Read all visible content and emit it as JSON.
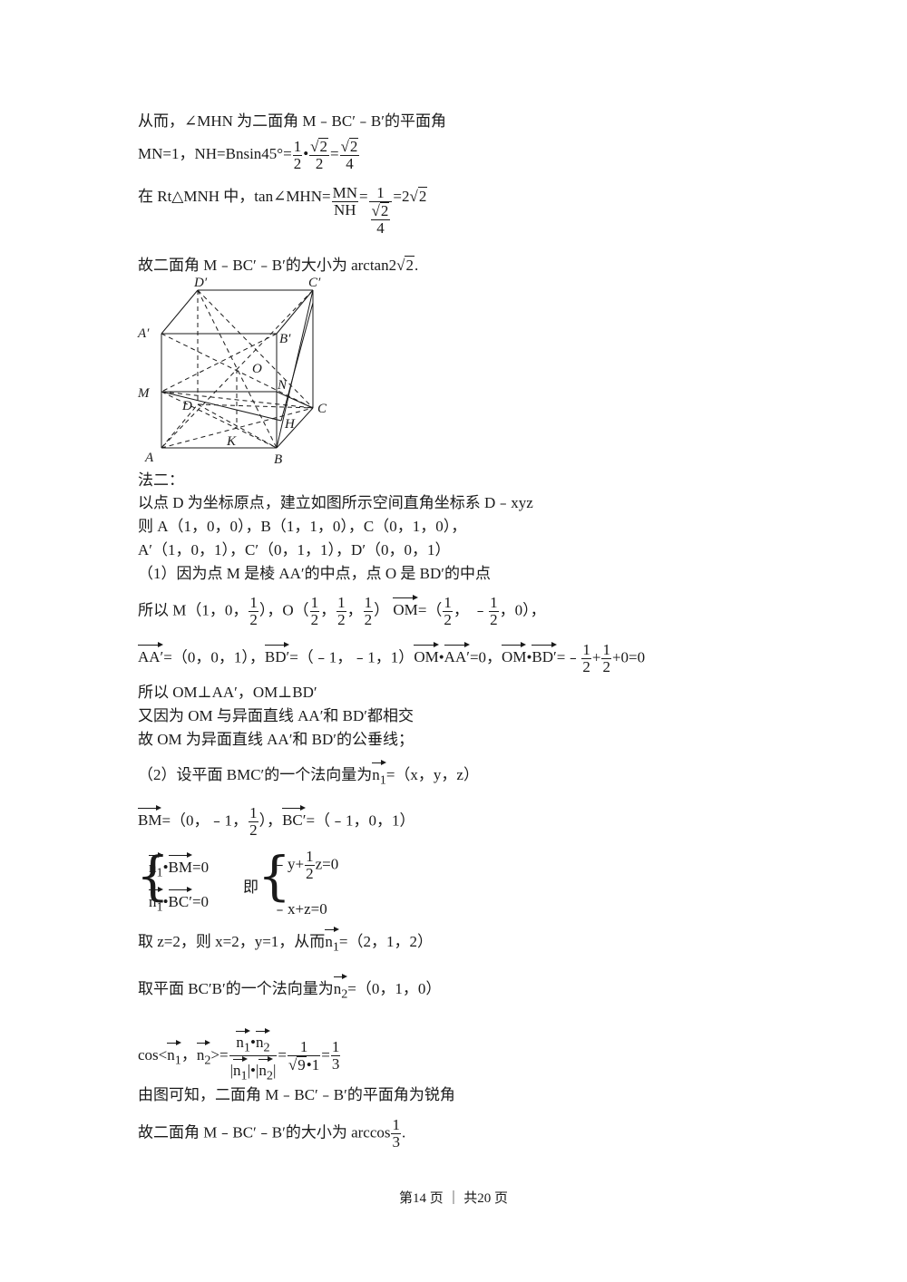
{
  "lines": {
    "l1": "从而，∠MHN 为二面角 M﹣BC′﹣B′的平面角",
    "l2_a": "MN=1，NH=Bnsin45°=",
    "l3_a": "在 Rt△MNH 中，tan∠MHN=",
    "l3_b": "=2",
    "l4_a": "故二面角 M﹣BC′﹣B′的大小为 arctan2",
    "l5": "法二：",
    "l6": "以点 D 为坐标原点，建立如图所示空间直角坐标系 D﹣xyz",
    "l7": "则 A（1，0，0），B（1，1，0），C（0，1，0），",
    "l8": "A′（1，0，1），C′（0，1，1），D′（0，0，1）",
    "l9": "（1）因为点 M 是棱 AA′的中点，点 O 是 BD′的中点",
    "l10_a": "所以 M（1，0，",
    "l10_b": "），O（",
    "l11_aa": "AA′",
    "l11_a": "=（0，0，1），",
    "l11_bd": "BD′",
    "l11_b": "=（﹣1，﹣1，1）",
    "l11_om": "OM",
    "l11_c": "=0，",
    "l11_d": "=﹣",
    "l11_e": "+0=0",
    "l12": "所以 OM⊥AA′，OM⊥BD′",
    "l13": "又因为 OM 与异面直线 AA′和 BD′都相交",
    "l14": "故 OM 为异面直线 AA′和 BD′的公垂线；",
    "l15_a": "（2）设平面 BMC′的一个法向量为",
    "l15_b": "=（x，y，z）",
    "l16_bm": "BM",
    "l16_a": "=（0，﹣1，",
    "l16_b": "），",
    "l16_c": "=（﹣1，0，1）",
    "sys_l1": "=0",
    "sys_l2": "=0",
    "sys_mid": "即",
    "sys_r1_a": "﹣y+",
    "sys_r1_b": "z=0",
    "sys_r2": "﹣x+z=0",
    "l17_a": "取 z=2，则 x=2，y=1，从而",
    "l17_b": "=（2，1，2）",
    "l18_a": "取平面 BC′B′的一个法向量为",
    "l18_b": "=（0，1，0）",
    "l19_cos": "cos",
    "l20": "由图可知，二面角 M﹣BC′﹣B′的平面角为锐角",
    "l21_a": "故二面角 M﹣BC′﹣B′的大小为 arccos"
  },
  "math": {
    "one": "1",
    "two": "2",
    "four": "4",
    "three": "3",
    "rt2": "2",
    "nine": "9",
    "mn": "MN",
    "nh": "NH",
    "n1": "n",
    "sub1": "1",
    "sub2": "2",
    "zero": "0",
    "neg": "﹣",
    "comma": "，",
    "om_val_a": "=（",
    "om_val_end": "，0），",
    "dot": "•",
    "bc": "BC′"
  },
  "figure": {
    "labels": [
      "D′",
      "C′",
      "A′",
      "B′",
      "O",
      "M",
      "N",
      "D",
      "C",
      "H",
      "K",
      "A",
      "B"
    ]
  },
  "footer": "第14 页 ｜ 共20 页"
}
